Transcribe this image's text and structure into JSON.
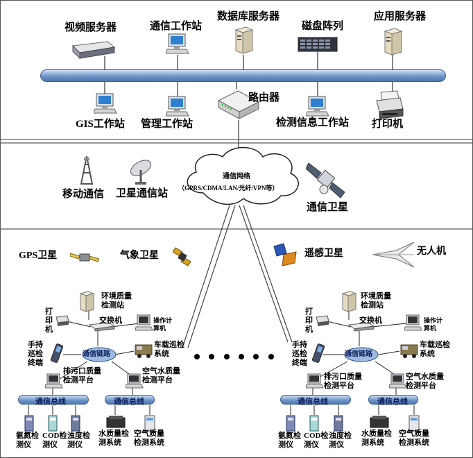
{
  "top": {
    "video_server": "视频服务器",
    "comm_workstation": "通信工作站",
    "db_server": "数据库服务器",
    "disk_array": "磁盘阵列",
    "app_server": "应用服务器",
    "gis_workstation": "GIS工作站",
    "mgmt_workstation": "管理工作站",
    "router": "路由器",
    "detect_workstation": "检测信息工作站",
    "printer": "打印机"
  },
  "middle": {
    "mobile_comm": "移动通信",
    "satellite_station": "卫星通信站",
    "network_title": "通信网络",
    "network_detail": "（GPRS/CDMA/LAN/光纤/VPN等）",
    "comm_satellite": "通信卫星"
  },
  "bottom": {
    "gps_satellite": "GPS卫星",
    "weather_satellite": "气象卫星",
    "remote_satellite": "遥感卫星",
    "drone": "无人机",
    "site": {
      "env_station": "环境质量检测站",
      "printer": "打印机",
      "switch": "交换机",
      "op_computer": "操作计算机",
      "handheld": "手持巡检终端",
      "comm_link": "通信链路",
      "vehicle": "车载巡检系统",
      "outfall_left": "排污口质量检测平台",
      "outfall_right": "排污口质量检测平台",
      "air_platform": "空气水质量检测平台",
      "comm_bus": "通信总线",
      "ammonia": "氨氮检测仪",
      "cod": "COD检测仪",
      "turbidity": "浊度检测仪",
      "water_sys": "水质量检测系统",
      "air_sys": "空气质量检测系统"
    }
  }
}
